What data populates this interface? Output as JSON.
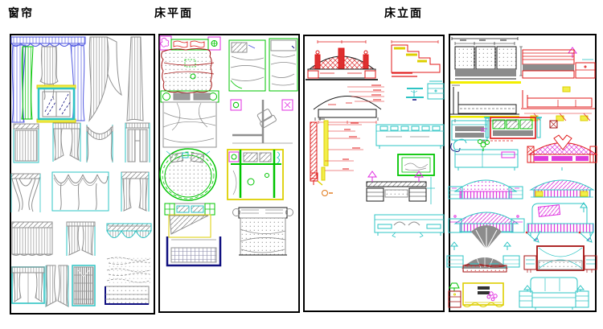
{
  "document": {
    "kind": "cad-block-library-sheet",
    "background": "#ffffff",
    "border_color": "#000000"
  },
  "sections": [
    {
      "id": "curtains",
      "title": "窗帘",
      "blocks": [
        "valance-curtain-set",
        "gray-drape-pair",
        "window-with-curtain",
        "striped-curtain",
        "ruffle-top-curtain-pair",
        "swag-curtain",
        "narrow-panel-curtain",
        "crossed-swag-curtain",
        "triple-swag-valance-curtain",
        "header-tape-curtain",
        "pleated-wide-curtain",
        "center-split-curtain",
        "scallop-awning-valance",
        "window-curtain-unit",
        "tied-curtain-pair",
        "roman-shade-dark",
        "fabric-swatch-lines",
        "dotted-panel-box"
      ]
    },
    {
      "id": "bed-plans",
      "title": "床平面",
      "blocks": [
        "double-bed-plan-red",
        "bed-plan-green-hatch-pillow",
        "bed-plan-green-small",
        "bed-plan-headboard-knobs",
        "bedroom-corner-plan",
        "round-bed-plan",
        "platform-bed-plan-yellow",
        "folded-linen-bed-plan",
        "gray-bed-plan"
      ]
    },
    {
      "id": "bed-elevations",
      "title": "床立面",
      "blocks": [
        "arch-headboard-elevation-hatched",
        "stepped-cabinet-detail-red",
        "arch-headboard-dimension-drawing",
        "stool-elevation-cyan",
        "nightstand-elevation-cyan",
        "wall-panel-section-detail",
        "detail-marker-symbol",
        "sideboard-elevation-cyan",
        "artwork-frame-green",
        "bed-elevation-lamp-nightstands",
        "hatch-arrow-marker",
        "bed-elevation-cyan-outline",
        "dimensioned-headboard-elevation",
        "bed-elevation-red-slats",
        "bed-side-elevation-black",
        "bed-side-elevation-red",
        "dresser-elevation-cyan",
        "mirror-headboard-elevation",
        "daybed-side-view-cyan",
        "arch-headboard-magenta-diamond",
        "arch-bed-magenta-dotted",
        "arch-bed-magenta-hatch-tags",
        "arch-bed-magenta-hatch-stands",
        "bed-rounded-headboard-magenta-cushion",
        "fan-decor",
        "wall-sconce-pair",
        "gray-arch-bed-elevation",
        "red-frame-bed-elevation",
        "yellow-bed-elevation",
        "panel-headboard-bed-cyan"
      ]
    }
  ],
  "palette": {
    "cyan": "#2ec4c4",
    "gray": "#8f8f8f",
    "blue": "#5058e0",
    "green": "#00c400",
    "red": "#e01818",
    "dark_red": "#a51212",
    "magenta": "#e02ce0",
    "yellow": "#f2ee00",
    "navy": "#101080",
    "orange": "#e07818",
    "black": "#1a1a1a"
  }
}
